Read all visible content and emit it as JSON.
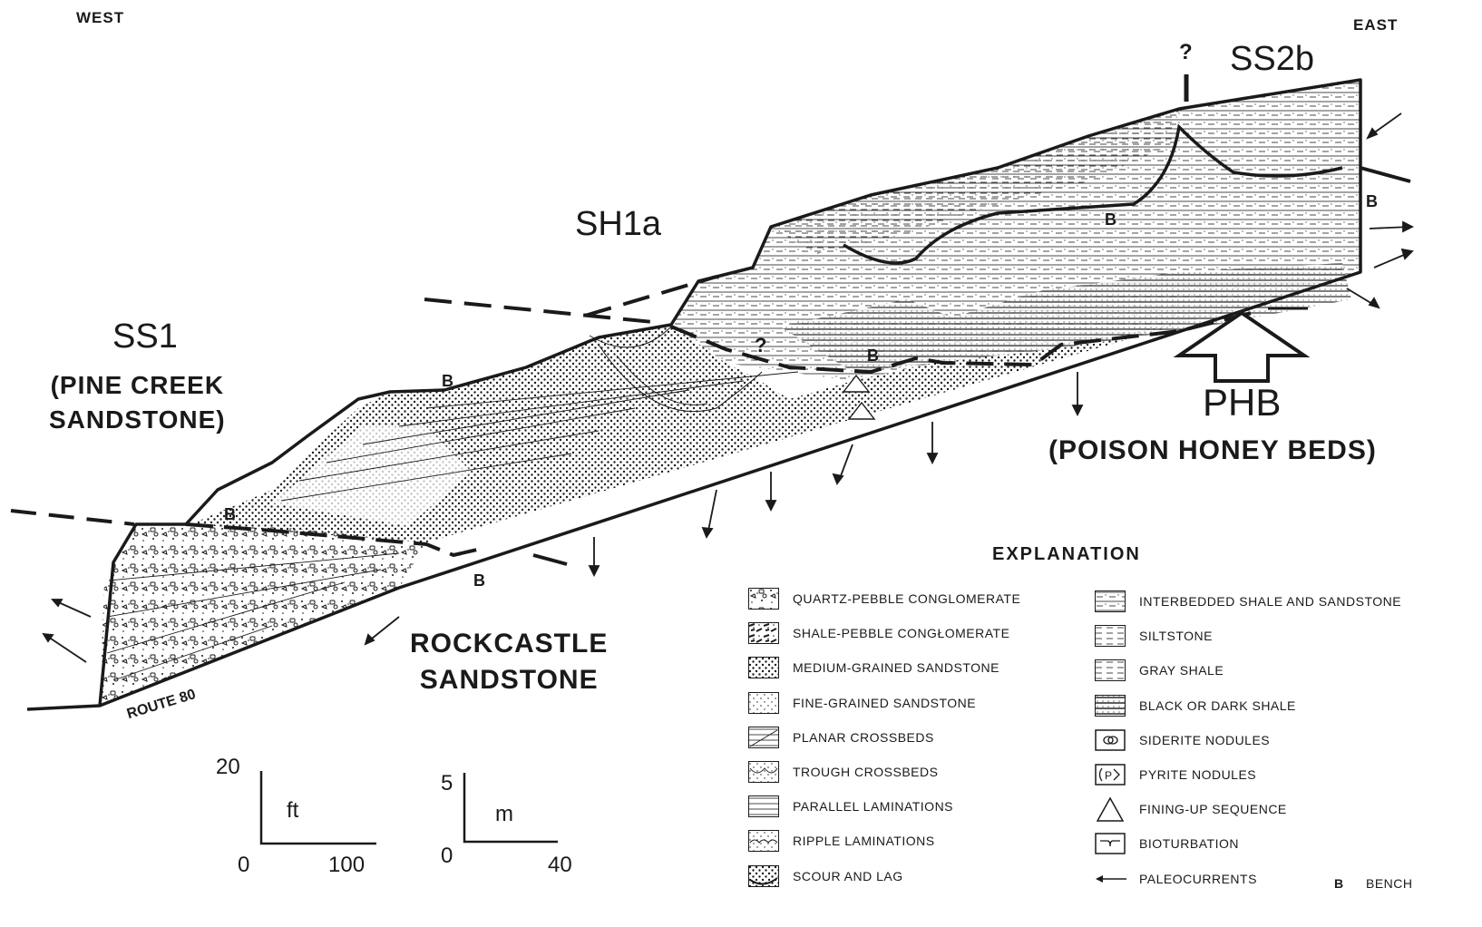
{
  "directions": {
    "west": "WEST",
    "east": "EAST"
  },
  "units": {
    "ss2b": "SS2b",
    "sh1a": "SH1a",
    "ss1": "SS1",
    "ss1_name": "(PINE CREEK\nSANDSTONE)",
    "phb": "PHB",
    "phb_name": "(POISON HONEY BEDS)",
    "rockcastle": "ROCKCASTLE\nSANDSTONE",
    "question": "?"
  },
  "bench_marker": "B",
  "route_label": "ROUTE 80",
  "scales": {
    "feet": {
      "vertical": "20",
      "unit": "ft",
      "origin": "0",
      "horizontal": "100"
    },
    "meters": {
      "vertical": "5",
      "unit": "m",
      "origin": "0",
      "horizontal": "40"
    }
  },
  "legend": {
    "title": "EXPLANATION",
    "left": [
      {
        "icon": "quartz-pebble-conglomerate-swatch",
        "label": "QUARTZ-PEBBLE CONGLOMERATE"
      },
      {
        "icon": "shale-pebble-conglomerate-swatch",
        "label": "SHALE-PEBBLE CONGŁOMERATE"
      },
      {
        "icon": "medium-grained-sandstone-swatch",
        "label": "MEDIUM-GRAINED SANDSTONE"
      },
      {
        "icon": "fine-grained-sandstone-swatch",
        "label": "FINE-GRAINED SANDSTONE"
      },
      {
        "icon": "planar-crossbeds-swatch",
        "label": "PLANAR CROSSBEDS"
      },
      {
        "icon": "trough-crossbeds-swatch",
        "label": "TROUGH CROSSBEDS"
      },
      {
        "icon": "parallel-laminations-swatch",
        "label": "PARALLEL LAMINATIONS"
      },
      {
        "icon": "ripple-laminations-swatch",
        "label": "RIPPLE LAMINATIONS"
      },
      {
        "icon": "scour-and-lag-swatch",
        "label": "SCOUR AND LAG"
      }
    ],
    "right": [
      {
        "icon": "interbedded-shale-sandstone-swatch",
        "label": "INTERBEDDED SHALE AND SANDSTONE"
      },
      {
        "icon": "siltstone-swatch",
        "label": "SILTSTONE"
      },
      {
        "icon": "gray-shale-swatch",
        "label": "GRAY SHALE"
      },
      {
        "icon": "black-dark-shale-swatch",
        "label": "BLACK  OR DARK SHALE"
      },
      {
        "icon": "siderite-nodule-icon",
        "label": "SIDERITE NODULES"
      },
      {
        "icon": "pyrite-nodule-icon",
        "label": "PYRITE NODULES"
      },
      {
        "icon": "triangle-icon",
        "label": "FINING-UP SEQUENCE"
      },
      {
        "icon": "bioturbation-icon",
        "label": "BIOTURBATION"
      },
      {
        "icon": "left-arrow-icon",
        "label": "PALEOCURRENTS"
      }
    ],
    "bench": {
      "symbol": "B",
      "label": "BENCH"
    }
  }
}
